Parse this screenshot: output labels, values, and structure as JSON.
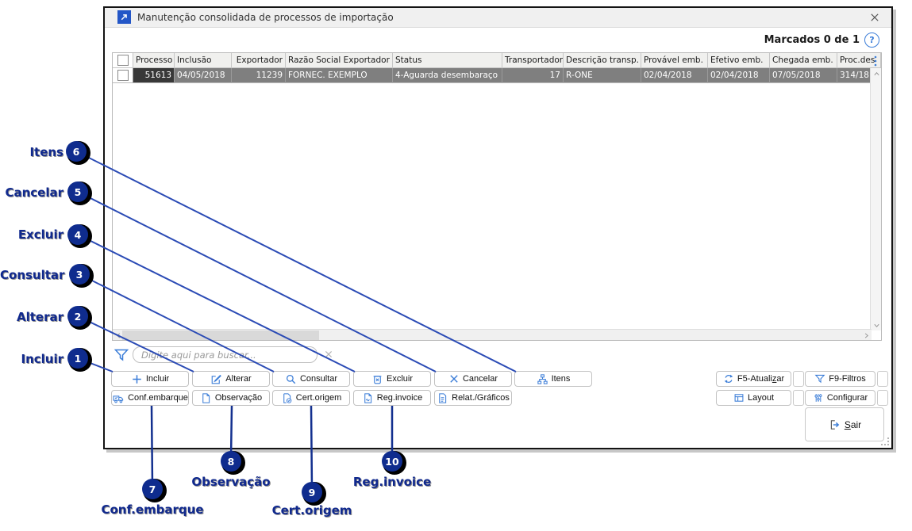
{
  "window": {
    "title": "Manutenção consolidada de processos de importação"
  },
  "header": {
    "marcados": "Marcados 0 de 1",
    "help_glyph": "?"
  },
  "grid": {
    "columns": [
      "",
      "Processo",
      "Inclusão",
      "Exportador",
      "Razão Social Exportador",
      "Status",
      "Transportador",
      "Descrição transp.",
      "Provável emb.",
      "Efetivo emb.",
      "Chegada emb.",
      "Proc.des"
    ],
    "row": [
      "",
      "51613",
      "04/05/2018",
      "11239",
      "FORNEC. EXEMPLO",
      "4-Aguarda desembaraço",
      "17",
      "R-ONE",
      "02/04/2018",
      "02/04/2018",
      "07/05/2018",
      "314/18"
    ]
  },
  "search": {
    "placeholder": "Digite aqui para buscar..."
  },
  "toolbar": {
    "row1": [
      "Incluir",
      "Alterar",
      "Consultar",
      "Excluir",
      "Cancelar",
      "Itens"
    ],
    "row2": [
      "Conf.embarque",
      "Observação",
      "Cert.origem",
      "Reg.invoice",
      "Relat./Gráficos"
    ],
    "f5": {
      "pre": "F5-Atuali",
      "key": "z",
      "rest": "ar"
    },
    "f9": "F9-Filtros",
    "layout": "Layout",
    "configurar": "Configurar",
    "sair": {
      "key": "S",
      "rest": "air"
    }
  },
  "annotations": {
    "left": [
      {
        "n": "1",
        "label": "Incluir"
      },
      {
        "n": "2",
        "label": "Alterar"
      },
      {
        "n": "3",
        "label": "Consultar"
      },
      {
        "n": "4",
        "label": "Excluir"
      },
      {
        "n": "5",
        "label": "Cancelar"
      },
      {
        "n": "6",
        "label": "Itens"
      }
    ],
    "bottom": [
      {
        "n": "7",
        "label": "Conf.embarque"
      },
      {
        "n": "8",
        "label": "Observação"
      },
      {
        "n": "9",
        "label": "Cert.origem"
      },
      {
        "n": "10",
        "label": "Reg.invoice"
      }
    ]
  },
  "colors": {
    "accent_blue": "#3b7dd8",
    "callout_badge": "#0f2c8e",
    "callout_line": "#2b4bb5",
    "selected_row": "#7f7f7f",
    "focused_cell": "#383838"
  }
}
